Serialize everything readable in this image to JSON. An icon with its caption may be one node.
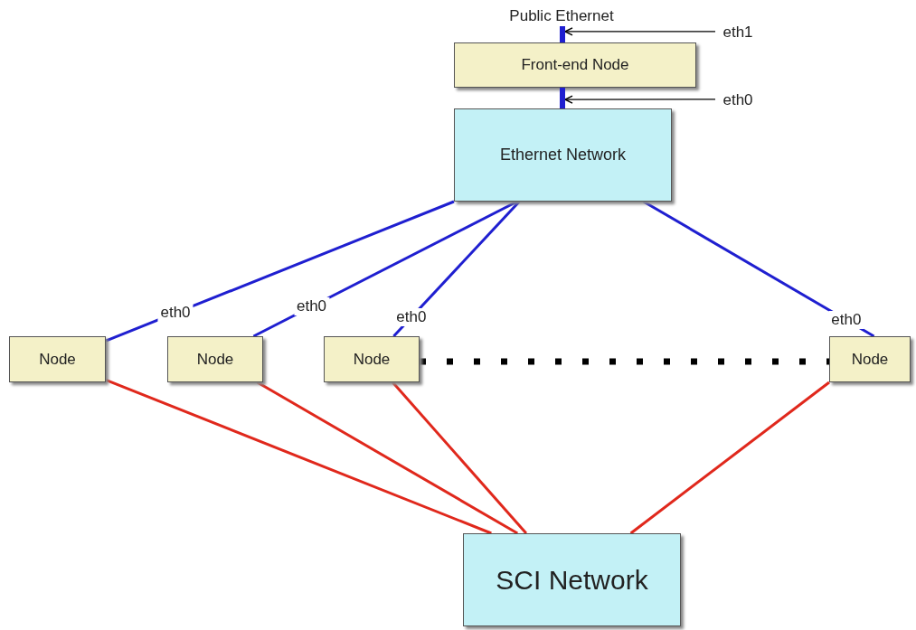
{
  "diagram": {
    "nodes": [
      {
        "text": [
          "Front-end Node"
        ]
      },
      {
        "text": [
          "Ethernet Network"
        ]
      },
      {
        "text": [
          "Node"
        ]
      },
      {
        "text": [
          "Node"
        ]
      },
      {
        "text": [
          "Node"
        ]
      },
      {
        "text": [
          "Node"
        ]
      },
      {
        "text": [
          "SCI Network"
        ]
      },
      {
        "text": [
          "Public Ethernet"
        ]
      },
      {
        "text": [
          "eth1"
        ]
      },
      {
        "text": [
          "eth0"
        ]
      },
      {
        "text": [],
        "shape": "bar"
      },
      {
        "text": [],
        "shape": "bar"
      }
    ],
    "edges": [
      {
        "from": 8,
        "to": 10,
        "arrow": "to",
        "color": "#000000"
      },
      {
        "from": 9,
        "to": 11,
        "arrow": "to",
        "color": "#000000"
      },
      {
        "from": 1,
        "to": 2,
        "arrow": "none",
        "label": "eth0"
      },
      {
        "from": 1,
        "to": 3,
        "arrow": "none",
        "label": "eth0"
      },
      {
        "from": 1,
        "to": 4,
        "arrow": "none",
        "label": "eth0"
      },
      {
        "from": 1,
        "to": 5,
        "arrow": "none",
        "label": "eth0"
      },
      {
        "from": 2,
        "to": 6,
        "arrow": "none",
        "color": "#e0281c"
      },
      {
        "from": 3,
        "to": 6,
        "arrow": "none",
        "color": "#e0281c"
      },
      {
        "from": 4,
        "to": 6,
        "arrow": "none",
        "color": "#e0281c"
      },
      {
        "from": 5,
        "to": 6,
        "arrow": "none",
        "color": "#e0281c"
      },
      {
        "from": 4,
        "to": 5,
        "arrow": "none",
        "style": "dashed",
        "color": "#000000"
      }
    ]
  }
}
